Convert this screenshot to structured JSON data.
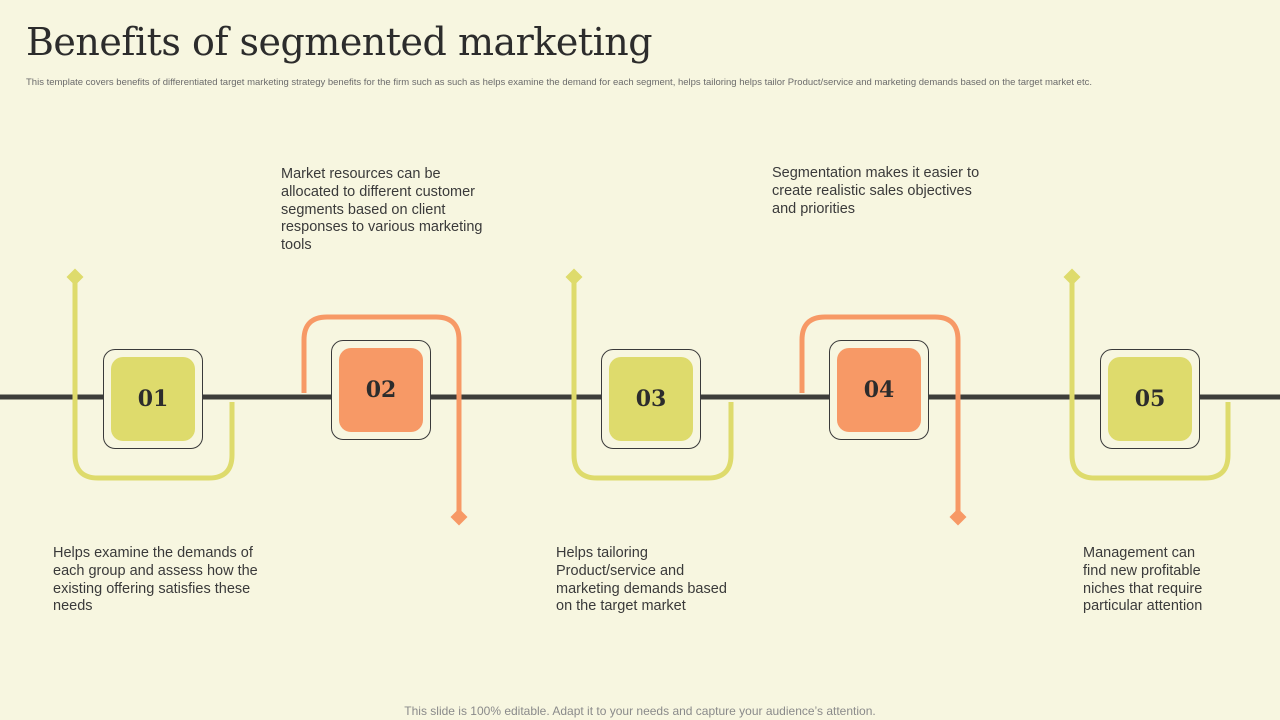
{
  "slide": {
    "title": "Benefits of segmented marketing",
    "subtitle": "This template covers benefits of differentiated target marketing strategy benefits for the firm such as such as helps examine the demand  for each segment, helps tailoring helps tailor Product/service and marketing demands based on the target market etc.",
    "footer": "This slide is 100% editable. Adapt it to your needs and capture your audience’s attention."
  },
  "colors": {
    "background": "#f7f6e0",
    "yellow": "#dedb6c",
    "orange": "#f79966",
    "line": "#3d3d3a"
  },
  "steps": [
    {
      "number": "01",
      "text": "Helps examine the demands of each group and assess how the existing offering satisfies these needs",
      "color": "yellow"
    },
    {
      "number": "02",
      "text": "Market resources can be allocated to different customer segments based on client responses to various marketing tools",
      "color": "orange"
    },
    {
      "number": "03",
      "text": "Helps tailoring Product/service and marketing demands based on the target market",
      "color": "yellow"
    },
    {
      "number": "04",
      "text": "Segmentation makes it easier to create realistic sales objectives and priorities",
      "color": "orange"
    },
    {
      "number": "05",
      "text": "Management can find new profitable niches that require particular attention",
      "color": "yellow"
    }
  ]
}
